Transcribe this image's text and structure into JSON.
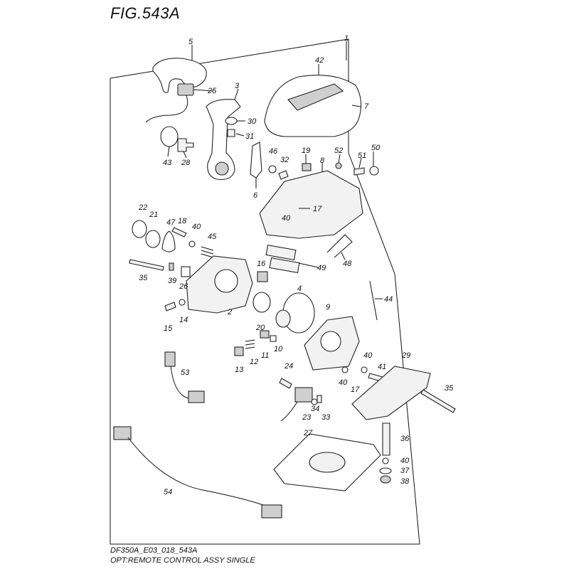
{
  "figure": {
    "title": "FIG.543A",
    "drawing_code": "DF350A_E03_018_543A",
    "description": "OPT:REMOTE CONTROL ASSY SINGLE"
  },
  "callouts": [
    "1",
    "2",
    "3",
    "4",
    "5",
    "6",
    "7",
    "8",
    "9",
    "10",
    "11",
    "12",
    "13",
    "14",
    "15",
    "16",
    "17",
    "17",
    "18",
    "19",
    "20",
    "21",
    "22",
    "23",
    "24",
    "25",
    "26",
    "27",
    "28",
    "29",
    "30",
    "31",
    "32",
    "33",
    "34",
    "35",
    "35",
    "36",
    "37",
    "38",
    "39",
    "40",
    "40",
    "40",
    "40",
    "40",
    "41",
    "42",
    "43",
    "44",
    "45",
    "46",
    "47",
    "48",
    "49",
    "50",
    "51",
    "52",
    "53",
    "54"
  ]
}
